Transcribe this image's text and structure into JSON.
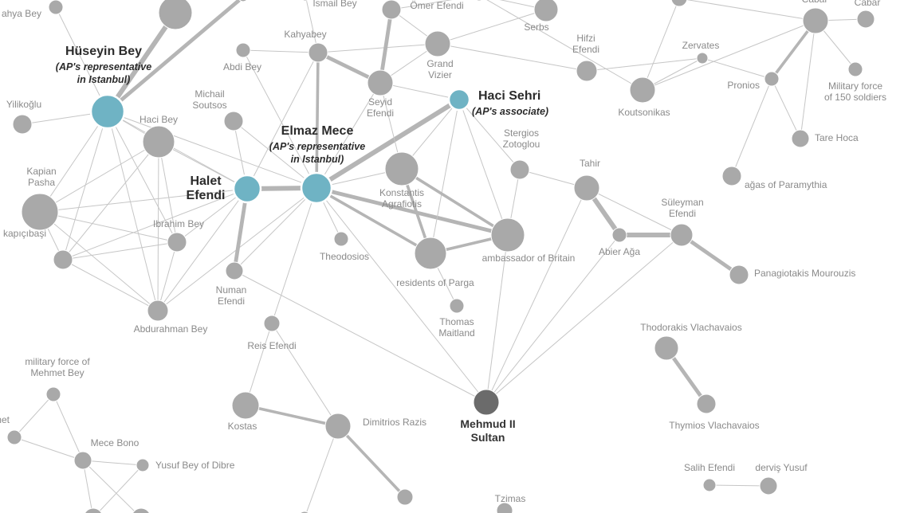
{
  "colors": {
    "node": "#a9a9a9",
    "highlight": "#6fb3c4",
    "dark": "#6b6b6b",
    "edge": "#a3a3a3"
  },
  "nodes": {
    "yahya": {
      "label": [
        "ahya Bey"
      ]
    },
    "n_top1": {
      "label": []
    },
    "n_top2": {
      "label": []
    },
    "ismail": {
      "label": [
        "Ismail Bey"
      ]
    },
    "omer": {
      "label": [
        "Ömer Efendi"
      ]
    },
    "n_top3": {
      "label": []
    },
    "serbs": {
      "label": [
        "Serbs"
      ]
    },
    "hifzi": {
      "label": [
        "Hifzi",
        "Efendi"
      ]
    },
    "n_top4": {
      "label": []
    },
    "cabar1": {
      "label": [
        "Cabar"
      ]
    },
    "cabar2": {
      "label": [
        "Cabar"
      ]
    },
    "huseyin": {
      "label": [
        "Hüseyin Bey"
      ],
      "sub": [
        "(AP's representative",
        "in Istanbul)"
      ],
      "kind": "highlight"
    },
    "kahyabey": {
      "label": [
        "Kahyabey"
      ]
    },
    "abdi": {
      "label": [
        "Abdi Bey"
      ]
    },
    "grandvizier": {
      "label": [
        "Grand",
        "Vizier"
      ]
    },
    "zervates": {
      "label": [
        "Zervates"
      ]
    },
    "militaryforce150": {
      "label": [
        "Military force",
        "of 150 soldiers"
      ]
    },
    "pronios": {
      "label": [
        "Pronios"
      ]
    },
    "yilikoglu": {
      "label": [
        "Yilikoğlu"
      ]
    },
    "michail": {
      "label": [
        "Michail",
        "Soutsos"
      ]
    },
    "seyid": {
      "label": [
        "Seyid",
        "Efendi"
      ]
    },
    "hacisehri": {
      "label": [
        "Haci Sehri"
      ],
      "sub": [
        "(AP's associate)"
      ],
      "kind": "highlight"
    },
    "koutsonikas": {
      "label": [
        "Koutsonikas"
      ]
    },
    "hacibey": {
      "label": [
        "Haci Bey"
      ]
    },
    "elmaz": {
      "label": [
        "Elmaz Mece"
      ],
      "sub": [
        "(AP's representative",
        "in Istanbul)"
      ],
      "kind": "highlight"
    },
    "stergios": {
      "label": [
        "Stergios",
        "Zotoglou"
      ]
    },
    "tarehoca": {
      "label": [
        "Tare Hoca"
      ]
    },
    "kapian": {
      "label": [
        "Kapian",
        "Pasha"
      ]
    },
    "halet": {
      "label": [
        "Halet",
        "Efendi"
      ],
      "kind": "highlight"
    },
    "konstantis": {
      "label": [
        "Konstantis",
        "Agrafiotis"
      ]
    },
    "tahir": {
      "label": [
        "Tahir"
      ]
    },
    "agas": {
      "label": [
        "ağas of Paramythia"
      ]
    },
    "ibrahim": {
      "label": [
        "Ibrahim Bey"
      ]
    },
    "suleyman": {
      "label": [
        "Süleyman",
        "Efendi"
      ]
    },
    "kapicibasi": {
      "label": [
        "kapıçıbaşi"
      ]
    },
    "theodosios": {
      "label": [
        "Theodosios"
      ]
    },
    "ambassador": {
      "label": [
        "ambassador of Britain"
      ]
    },
    "abieraga": {
      "label": [
        "Abier Ağa"
      ]
    },
    "numan": {
      "label": [
        "Numan",
        "Efendi"
      ]
    },
    "parga": {
      "label": [
        "residents of Parga"
      ]
    },
    "panagiotakis": {
      "label": [
        "Panagiotakis Mourouzis"
      ]
    },
    "thomas": {
      "label": [
        "Thomas",
        "Maitland"
      ]
    },
    "abdurahman": {
      "label": [
        "Abdurahman Bey"
      ]
    },
    "reis": {
      "label": [
        "Reis Efendi"
      ]
    },
    "thodorakis": {
      "label": [
        "Thodorakis Vlachavaios"
      ]
    },
    "militarymehmet": {
      "label": [
        "military force of",
        "Mehmet Bey"
      ]
    },
    "mehmud": {
      "label": [
        "Mehmud II",
        "Sultan"
      ],
      "kind": "dark"
    },
    "thymios": {
      "label": [
        "Thymios Vlachavaios"
      ]
    },
    "kostas": {
      "label": [
        "Kostas"
      ]
    },
    "dimitrios": {
      "label": [
        "Dimitrios Razis"
      ]
    },
    "met": {
      "label": [
        "met"
      ]
    },
    "mecebono": {
      "label": [
        "Mece Bono"
      ]
    },
    "yusufdibre": {
      "label": [
        "Yusuf Bey of Dibre"
      ]
    },
    "salih": {
      "label": [
        "Salih Efendi"
      ]
    },
    "dervis": {
      "label": [
        "derviş Yusuf"
      ]
    },
    "tzimas": {
      "label": [
        "Tzimas"
      ]
    },
    "n_bot1": {
      "label": []
    },
    "n_bot2": {
      "label": []
    },
    "n_bot3": {
      "label": []
    },
    "n_bot4": {
      "label": []
    }
  }
}
